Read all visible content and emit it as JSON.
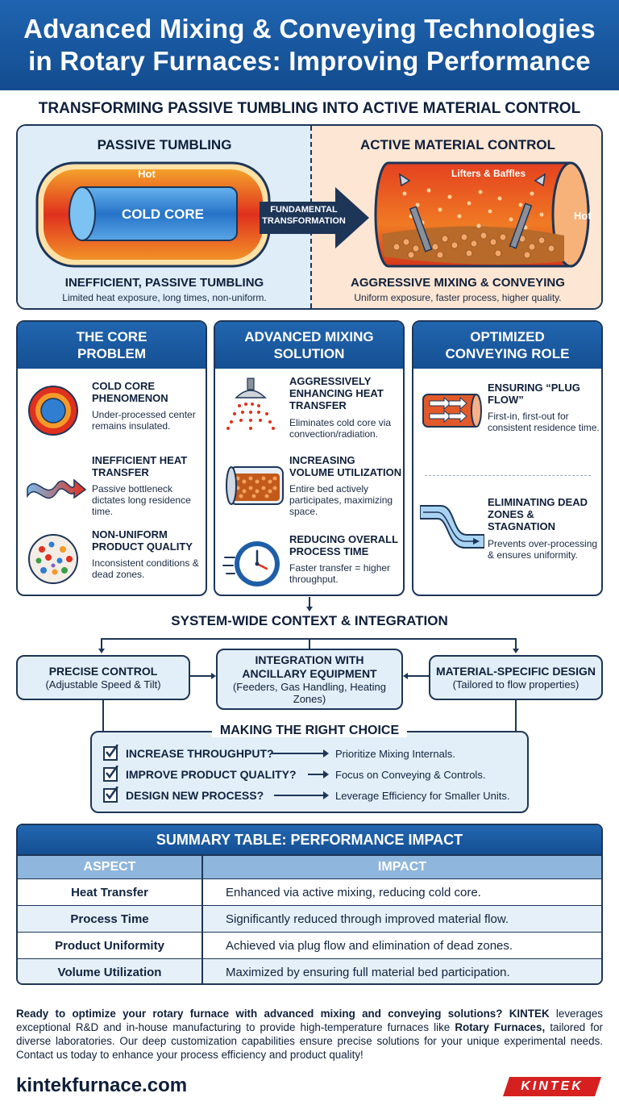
{
  "header": {
    "title_line1": "Advanced Mixing & Conveying Technologies",
    "title_line2": "in Rotary Furnaces: Improving Performance"
  },
  "subheading": "TRANSFORMING PASSIVE TUMBLING INTO ACTIVE MATERIAL CONTROL",
  "comparison": {
    "left": {
      "title": "PASSIVE TUMBLING",
      "hot_label": "Hot",
      "core_label": "COLD CORE",
      "caption": "INEFFICIENT, PASSIVE TUMBLING",
      "description": "Limited heat exposure, long times, non-uniform."
    },
    "arrow": {
      "line1": "FUNDAMENTAL",
      "line2": "TRANSFORMATION"
    },
    "right": {
      "title": "ACTIVE MATERIAL CONTROL",
      "internals_label": "Lifters & Baffles",
      "hot_label": "Hot",
      "caption": "AGGRESSIVE MIXING & CONVEYING",
      "description": "Uniform exposure, faster process, higher quality."
    }
  },
  "panels": [
    {
      "title_line1": "THE CORE",
      "title_line2": "PROBLEM",
      "items": [
        {
          "title": "Cold Core Phenomenon",
          "desc": "Under-processed center remains insulated.",
          "icon": "cold-core-icon"
        },
        {
          "title": "Inefficient Heat Transfer",
          "desc": "Passive bottleneck dictates long residence time.",
          "icon": "wavy-arrow-icon"
        },
        {
          "title": "Non-Uniform Product Quality",
          "desc": "Inconsistent conditions & dead zones.",
          "icon": "mixed-particles-icon"
        }
      ]
    },
    {
      "title_line1": "ADVANCED MIXING",
      "title_line2": "SOLUTION",
      "items": [
        {
          "title": "Aggressively Enhancing Heat Transfer",
          "desc": "Eliminates cold core via convection/radiation.",
          "icon": "shower-icon"
        },
        {
          "title": "Increasing Volume Utilization",
          "desc": "Entire bed actively participates, maximizing space.",
          "icon": "filled-drum-icon"
        },
        {
          "title": "Reducing Overall Process Time",
          "desc": "Faster transfer = higher throughput.",
          "icon": "clock-icon"
        }
      ]
    },
    {
      "title_line1": "OPTIMIZED",
      "title_line2": "CONVEYING ROLE",
      "items": [
        {
          "title": "Ensuring “Plug Flow”",
          "desc": "First-in, first-out for consistent residence time.",
          "icon": "plug-flow-icon"
        },
        {
          "title": "Eliminating Dead Zones & Stagnation",
          "desc": "Prevents over-processing & ensures uniformity.",
          "icon": "flow-pipe-icon"
        }
      ]
    }
  ],
  "context": {
    "title": "SYSTEM-WIDE CONTEXT & INTEGRATION",
    "boxes": [
      {
        "title": "PRECISE CONTROL",
        "desc": "(Adjustable Speed & Tilt)"
      },
      {
        "title": "INTEGRATION WITH ANCILLARY EQUIPMENT",
        "desc": "(Feeders, Gas Handling, Heating Zones)"
      },
      {
        "title": "MATERIAL-SPECIFIC DESIGN",
        "desc": "(Tailored to flow properties)"
      }
    ]
  },
  "choice": {
    "title": "MAKING THE RIGHT CHOICE",
    "rows": [
      {
        "question": "INCREASE THROUGHPUT?",
        "answer": "Prioritize Mixing Internals."
      },
      {
        "question": "IMPROVE PRODUCT QUALITY?",
        "answer": "Focus on Conveying & Controls."
      },
      {
        "question": "DESIGN NEW PROCESS?",
        "answer": "Leverage Efficiency for Smaller Units."
      }
    ]
  },
  "summary": {
    "title": "SUMMARY TABLE: PERFORMANCE IMPACT",
    "headers": [
      "ASPECT",
      "IMPACT"
    ],
    "rows": [
      {
        "aspect": "Heat Transfer",
        "impact": "Enhanced via active mixing, reducing cold core."
      },
      {
        "aspect": "Process Time",
        "impact": "Significantly reduced through improved material flow."
      },
      {
        "aspect": "Product Uniformity",
        "impact": "Achieved via plug flow and elimination of dead zones."
      },
      {
        "aspect": "Volume Utilization",
        "impact": "Maximized by ensuring full material bed participation."
      }
    ]
  },
  "footer": {
    "p1": "Ready to optimize your rotary furnace with advanced mixing and conveying solutions? ",
    "brand": "KINTEK",
    "p2": " leverages exceptional R&D and in-house manufacturing to provide high-temperature furnaces like ",
    "product": "Rotary Furnaces,",
    "p3": " tailored for diverse laboratories. Our deep customization capabilities ensure precise solutions for your unique experimental needs. Contact us today to enhance your process efficiency and product quality!",
    "website": "kintekfurnace.com",
    "logo_text": "KINTEK"
  },
  "colors": {
    "brand_blue": "#1a5aa3",
    "navy": "#1d3557",
    "hot_red": "#e0301e",
    "cold_blue": "#2f7ed1",
    "accent_red": "#d62020"
  }
}
